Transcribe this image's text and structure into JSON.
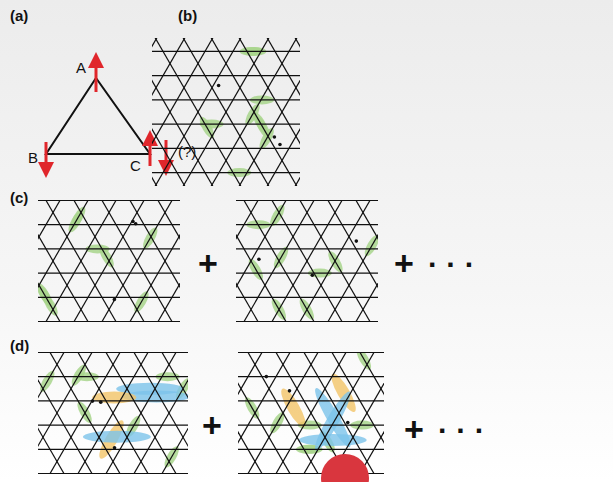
{
  "diagram": {
    "labels": [
      "(a)",
      "A",
      "B",
      "C",
      "(?)",
      "(b)",
      "(c)",
      "+",
      "+",
      "· · ·",
      "(d)",
      "+",
      "+",
      "· · ·"
    ]
  }
}
